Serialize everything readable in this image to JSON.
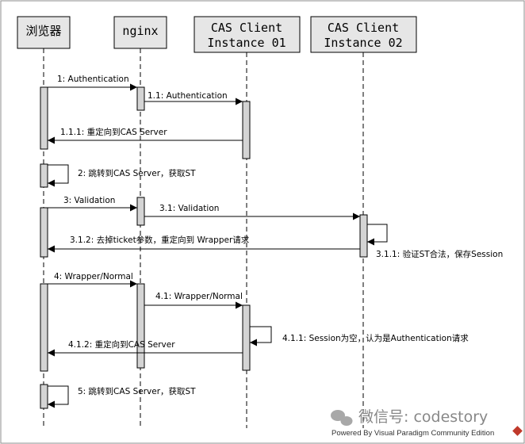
{
  "participants": [
    {
      "id": "browser",
      "label_lines": [
        "浏览器"
      ]
    },
    {
      "id": "nginx",
      "label_lines": [
        "nginx"
      ]
    },
    {
      "id": "cas1",
      "label_lines": [
        "CAS Client",
        "Instance 01"
      ]
    },
    {
      "id": "cas2",
      "label_lines": [
        "CAS Client",
        "Instance 02"
      ]
    }
  ],
  "messages": [
    {
      "label": "1: Authentication",
      "from": "browser",
      "to": "nginx"
    },
    {
      "label": "1.1: Authentication",
      "from": "nginx",
      "to": "cas1"
    },
    {
      "label": "1.1.1: 重定向到CAS Server",
      "from": "cas1",
      "to": "browser"
    },
    {
      "label": "2: 跳转到CAS Server，获取ST",
      "from": "browser",
      "to": "browser"
    },
    {
      "label": "3: Validation",
      "from": "browser",
      "to": "nginx"
    },
    {
      "label": "3.1: Validation",
      "from": "nginx",
      "to": "cas2"
    },
    {
      "label": "3.1.1: 验证ST合法，保存Session",
      "from": "cas2",
      "to": "cas2"
    },
    {
      "label": "3.1.2: 去掉ticket参数，重定向到 Wrapper请求",
      "from": "cas2",
      "to": "browser"
    },
    {
      "label": "4: Wrapper/Normal",
      "from": "browser",
      "to": "nginx"
    },
    {
      "label": "4.1: Wrapper/Normal",
      "from": "nginx",
      "to": "cas1"
    },
    {
      "label": "4.1.1: Session为空，认为是Authentication请求",
      "from": "cas1",
      "to": "cas1"
    },
    {
      "label": "4.1.2: 重定向到CAS Server",
      "from": "cas1",
      "to": "browser"
    },
    {
      "label": "5: 跳转到CAS Server，获取ST",
      "from": "browser",
      "to": "browser"
    }
  ],
  "watermark": {
    "text": "微信号: codestory"
  },
  "footer": {
    "text": "Powered By  Visual Paradigm Community Edition"
  },
  "colors": {
    "participant_fill": "#e6e6e6",
    "activation_fill": "#d4d4d4",
    "line": "#000000",
    "border": "#8c8c8c"
  }
}
